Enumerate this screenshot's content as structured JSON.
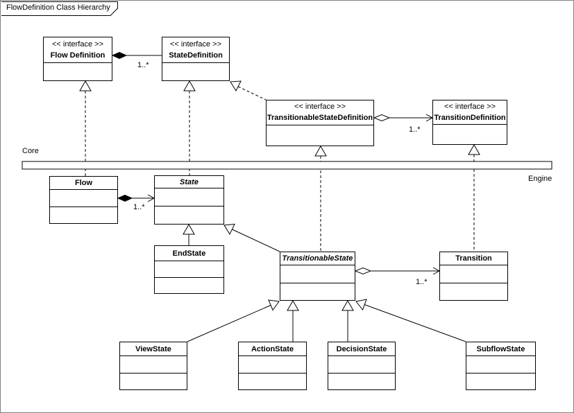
{
  "title": "FlowDefinition Class Hierarchy",
  "labels": {
    "core": "Core",
    "engine": "Engine"
  },
  "nodes": {
    "flow_definition": {
      "kind": "interface",
      "stereotype": "<< interface >>",
      "name": "Flow Definition"
    },
    "state_definition": {
      "kind": "interface",
      "stereotype": "<< interface >>",
      "name": "StateDefinition"
    },
    "transitionable_state_definition": {
      "kind": "interface",
      "stereotype": "<< interface >>",
      "name": "TransitionableStateDefinition"
    },
    "transition_definition": {
      "kind": "interface",
      "stereotype": "<< interface >>",
      "name": "TransitionDefinition"
    },
    "flow": {
      "kind": "class",
      "name": "Flow"
    },
    "state": {
      "kind": "abstract-class",
      "name": "State"
    },
    "end_state": {
      "kind": "class",
      "name": "EndState"
    },
    "transitionable_state": {
      "kind": "abstract-class",
      "name": "TransitionableState"
    },
    "transition": {
      "kind": "class",
      "name": "Transition"
    },
    "view_state": {
      "kind": "class",
      "name": "ViewState"
    },
    "action_state": {
      "kind": "class",
      "name": "ActionState"
    },
    "decision_state": {
      "kind": "class",
      "name": "DecisionState"
    },
    "subflow_state": {
      "kind": "class",
      "name": "SubflowState"
    }
  },
  "multiplicities": {
    "flowdefinition_statedefinition": "1..*",
    "flow_state": "1..*",
    "tsd_transitiondefinition": "1..*",
    "ts_transition": "1..*"
  },
  "relationships": [
    {
      "type": "composition",
      "from": "FlowDefinition",
      "to": "StateDefinition",
      "multiplicity": "1..*"
    },
    {
      "type": "composition",
      "from": "Flow",
      "to": "State",
      "multiplicity": "1..*"
    },
    {
      "type": "aggregation",
      "from": "TransitionableStateDefinition",
      "to": "TransitionDefinition",
      "multiplicity": "1..*"
    },
    {
      "type": "aggregation",
      "from": "TransitionableState",
      "to": "Transition",
      "multiplicity": "1..*"
    },
    {
      "type": "generalization",
      "from": "TransitionableStateDefinition",
      "to": "StateDefinition"
    },
    {
      "type": "realization",
      "from": "Flow",
      "to": "FlowDefinition"
    },
    {
      "type": "realization",
      "from": "State",
      "to": "StateDefinition"
    },
    {
      "type": "realization",
      "from": "TransitionableState",
      "to": "TransitionableStateDefinition"
    },
    {
      "type": "realization",
      "from": "Transition",
      "to": "TransitionDefinition"
    },
    {
      "type": "generalization",
      "from": "EndState",
      "to": "State"
    },
    {
      "type": "generalization",
      "from": "TransitionableState",
      "to": "State"
    },
    {
      "type": "generalization",
      "from": "ViewState",
      "to": "TransitionableState"
    },
    {
      "type": "generalization",
      "from": "ActionState",
      "to": "TransitionableState"
    },
    {
      "type": "generalization",
      "from": "DecisionState",
      "to": "TransitionableState"
    },
    {
      "type": "generalization",
      "from": "SubflowState",
      "to": "TransitionableState"
    }
  ]
}
